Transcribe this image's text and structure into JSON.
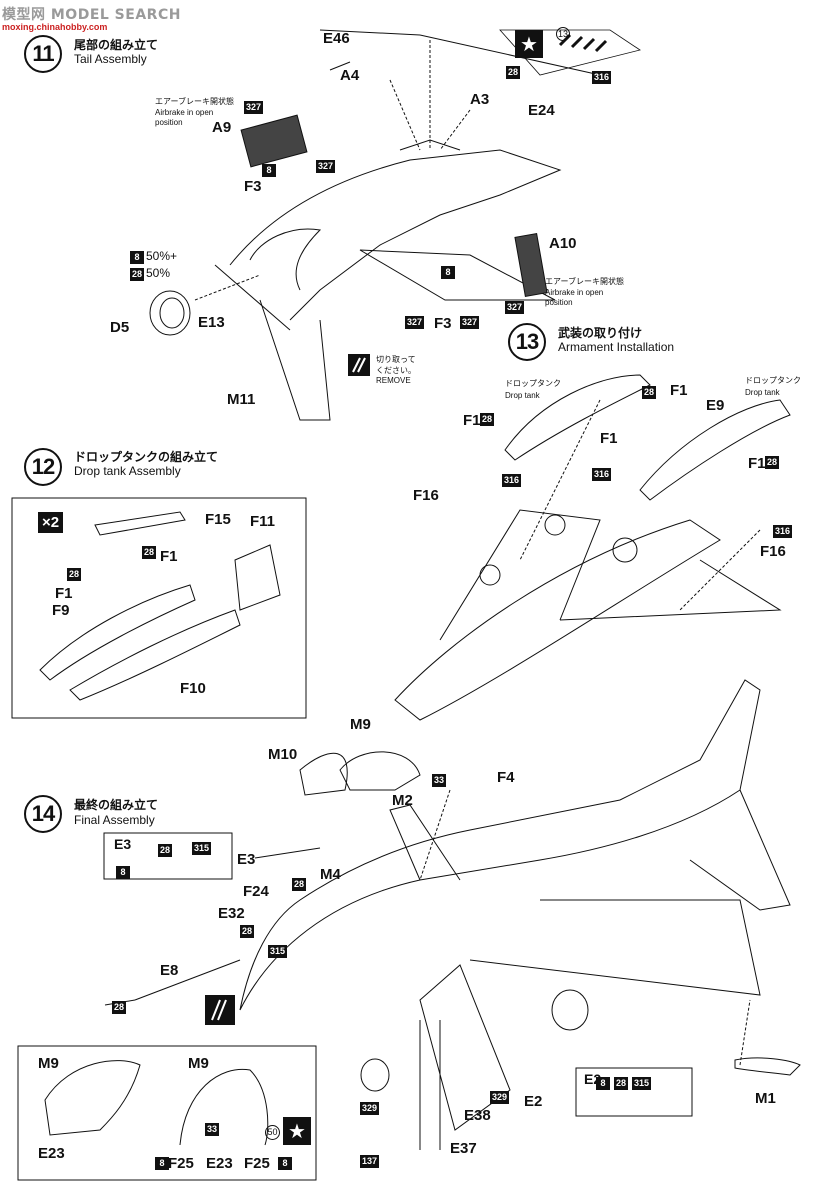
{
  "watermark": {
    "main": "模型网 MODEL SEARCH",
    "sub": "moxing.chinahobby.com"
  },
  "steps": [
    {
      "num": "11",
      "jp": "尾部の組み立て",
      "en": "Tail Assembly"
    },
    {
      "num": "12",
      "jp": "ドロップタンクの組み立て",
      "en": "Drop tank Assembly"
    },
    {
      "num": "13",
      "jp": "武装の取り付け",
      "en": "Armament Installation"
    },
    {
      "num": "14",
      "jp": "最終の組み立て",
      "en": "Final Assembly"
    }
  ],
  "notes": {
    "airbrake_jp": "エアーブレーキ開状態",
    "airbrake_en1": "Airbrake in open",
    "airbrake_en2": "position",
    "remove_jp1": "切り取って",
    "remove_jp2": "ください。",
    "remove_en": "REMOVE",
    "droptank_jp": "ドロップタンク",
    "droptank_en": "Drop tank",
    "x2": "×2"
  },
  "colors": {
    "c8": "8",
    "c28": "28",
    "c33": "33",
    "c50": "50",
    "c137": "137",
    "c315": "315",
    "c316": "316",
    "c327": "327",
    "c329": "329",
    "c13": "13",
    "pct50plus": "50%+",
    "pct50": "50%"
  },
  "parts": {
    "E46": "E46",
    "A4": "A4",
    "A3": "A3",
    "E24": "E24",
    "A9": "A9",
    "F3": "F3",
    "A10": "A10",
    "D5": "D5",
    "E13": "E13",
    "M11": "M11",
    "F15": "F15",
    "F11": "F11",
    "F1": "F1",
    "F9": "F9",
    "F10": "F10",
    "F1_28": "F1",
    "E9": "E9",
    "F16": "F16",
    "M9": "M9",
    "M10": "M10",
    "M2": "M2",
    "F4": "F4",
    "E3": "E3",
    "M4": "M4",
    "F24": "F24",
    "E32": "E32",
    "E8": "E8",
    "E2": "E2",
    "E38": "E38",
    "E37": "E37",
    "M1": "M1",
    "E23": "E23",
    "F25": "F25"
  }
}
